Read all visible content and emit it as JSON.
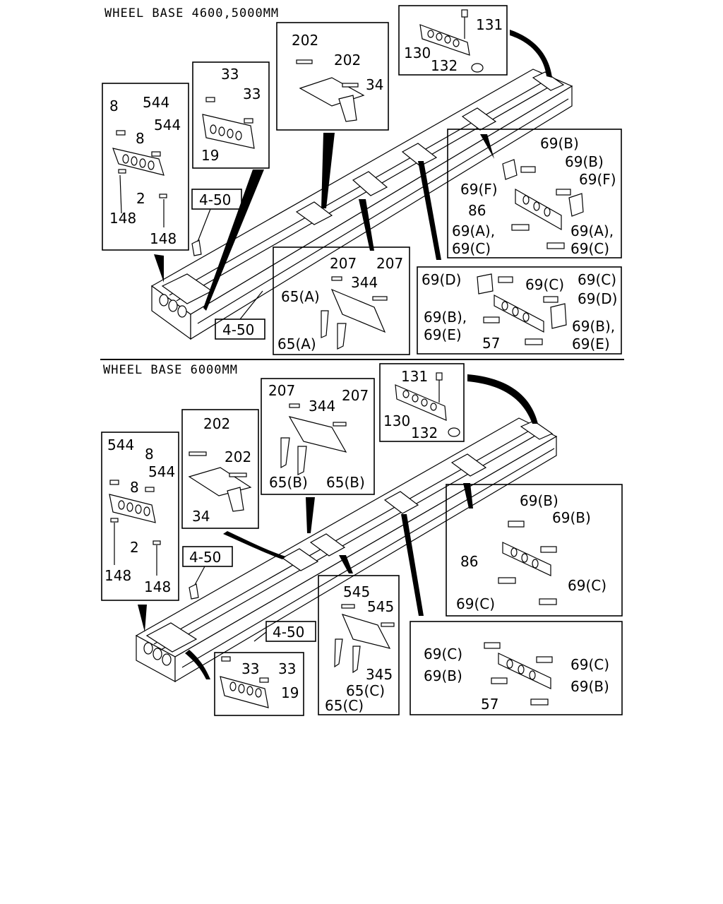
{
  "top_section": {
    "header": "WHEEL BASE 4600,5000MM",
    "ref_box_a": "4-50",
    "ref_box_b": "4-50",
    "inset_front": [
      "8",
      "544",
      "544",
      "8",
      "2",
      "148",
      "148"
    ],
    "inset_33": [
      "33",
      "33",
      "19"
    ],
    "inset_202": [
      "202",
      "202",
      "34"
    ],
    "inset_131": [
      "131",
      "130",
      "132"
    ],
    "inset_86": [
      "69(B)",
      "69(B)",
      "69(F)",
      "69(F)",
      "86",
      "69(A),",
      "69(A),",
      "69(C)",
      "69(C)"
    ],
    "inset_344": [
      "207",
      "207",
      "344",
      "65(A)",
      "65(A)"
    ],
    "inset_57": [
      "69(D)",
      "69(C)",
      "69(C)",
      "69(D)",
      "69(B),",
      "69(E)",
      "57",
      "69(B),",
      "69(E)"
    ]
  },
  "bottom_section": {
    "header": "WHEEL BASE 6000MM",
    "ref_box_a": "4-50",
    "ref_box_b": "4-50",
    "inset_front": [
      "544",
      "8",
      "544",
      "8",
      "2",
      "148",
      "148"
    ],
    "inset_202": [
      "202",
      "202",
      "34"
    ],
    "inset_344": [
      "207",
      "344",
      "207",
      "65(B)",
      "65(B)"
    ],
    "inset_131": [
      "131",
      "130",
      "132"
    ],
    "inset_86": [
      "69(B)",
      "69(B)",
      "86",
      "69(C)",
      "69(C)"
    ],
    "inset_33": [
      "33",
      "33",
      "19"
    ],
    "inset_345": [
      "545",
      "545",
      "345",
      "65(C)",
      "65(C)"
    ],
    "inset_57": [
      "69(C)",
      "69(C)",
      "69(B)",
      "69(B)",
      "57"
    ]
  }
}
